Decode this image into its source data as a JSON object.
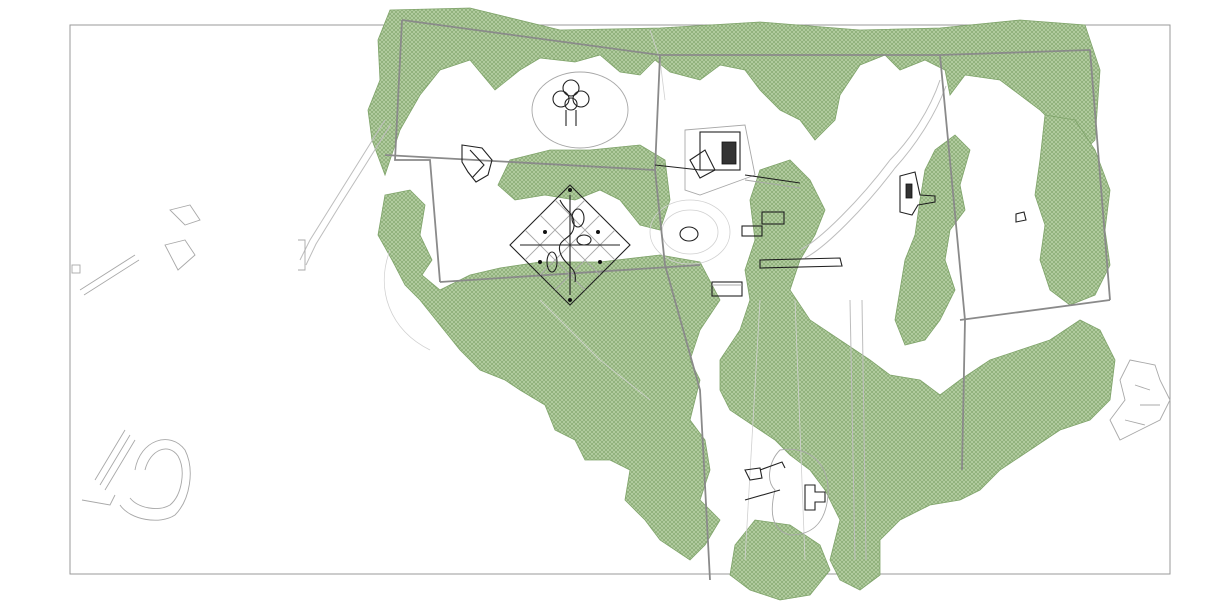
{
  "map": {
    "colors": {
      "background": "#ffffff",
      "vegetation": "#a9c596",
      "vegetation_line": "#7fa36a",
      "grid_lines": "#8a8a8a",
      "roads": "#bdbdbd",
      "buildings": "#222222",
      "frame": "#9a9a9a"
    },
    "layers": [
      "frame",
      "vegetation",
      "roads",
      "grid",
      "buildings",
      "ruins"
    ]
  }
}
